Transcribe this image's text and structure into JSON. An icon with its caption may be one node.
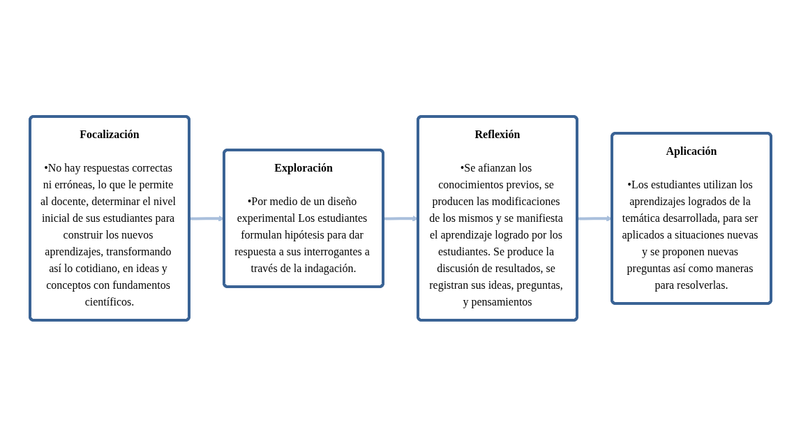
{
  "diagram": {
    "nodes": [
      {
        "text": [
          "Focalización",
          "•No hay respuestas correctas ni erróneas, lo que le permite al docente, determinar el nivel inicial de sus estudiantes para construir los nuevos aprendizajes, transformando así lo cotidiano, en ideas y conceptos con fundamentos científicos."
        ]
      },
      {
        "text": [
          "Exploración",
          "•Por medio de un diseño experimental Los estudiantes formulan hipótesis para dar respuesta a sus interrogantes a través de la indagación."
        ]
      },
      {
        "text": [
          "Reflexión",
          "•Se afianzan los conocimientos previos, se producen las modificaciones de los mismos y se manifiesta el aprendizaje logrado por los estudiantes. Se produce la discusión de resultados, se registran sus ideas, preguntas, y pensamientos"
        ]
      },
      {
        "text": [
          "Aplicación",
          "•Los estudiantes utilizan los aprendizajes logrados de la temática desarrollada, para ser aplicados a situaciones nuevas y se proponen nuevas preguntas así como maneras para resolverlas."
        ]
      }
    ],
    "edges": [
      {
        "from": 0,
        "to": 1,
        "arrow": "to"
      },
      {
        "from": 1,
        "to": 2,
        "arrow": "to"
      },
      {
        "from": 2,
        "to": 3,
        "arrow": "to"
      }
    ]
  }
}
